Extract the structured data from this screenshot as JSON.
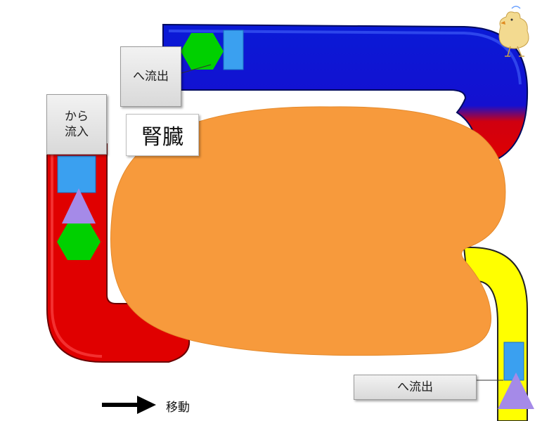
{
  "labels": {
    "inflow": "から\n流入",
    "outflow_top": "へ流出",
    "outflow_bottom": "へ流出",
    "organ": "腎臓"
  },
  "legend": {
    "arrow_label": "移動"
  },
  "colors": {
    "inflow_tube": "#e00000",
    "outflow_top_tube": "#0a1ad6",
    "outflow_bottom_tube": "#ffff00",
    "kidney": "#f79a3c",
    "square": "#3aa0f0",
    "hexagon": "#00d000",
    "triangle": "#a58ae8"
  }
}
